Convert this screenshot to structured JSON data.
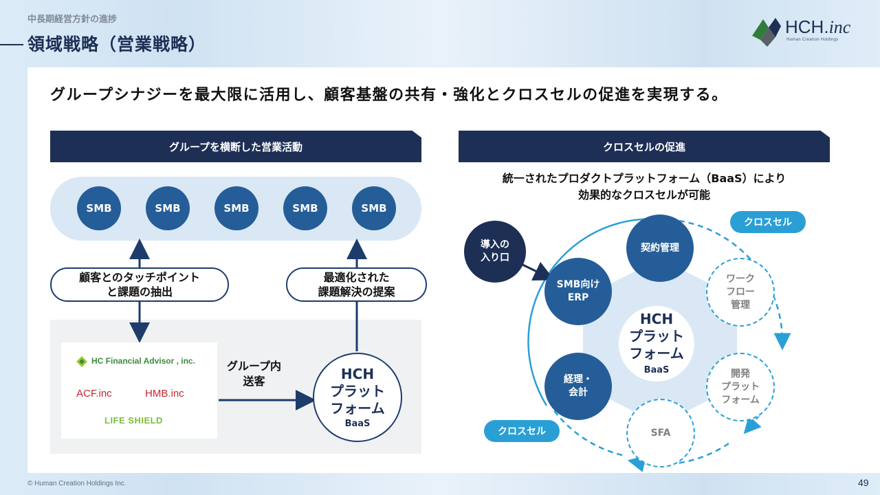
{
  "header": {
    "subtitle": "中長期経営方針の進捗",
    "title": "領域戦略（営業戦略）"
  },
  "logo": {
    "name_main": "HCH.",
    "name_suffix": "inc",
    "tagline": "Human Creation Holdings"
  },
  "headline": "グループシナジーを最大限に活用し、顧客基盤の共有・強化とクロスセルの促進を実現する。",
  "left": {
    "bar_title": "グループを横断した営業活動",
    "smb_labels": [
      "SMB",
      "SMB",
      "SMB",
      "SMB",
      "SMB"
    ],
    "pill_left": [
      "顧客とのタッチポイント",
      "と課題の抽出"
    ],
    "pill_right": [
      "最適化された",
      "課題解決の提案"
    ],
    "companies": {
      "hc": "HC Financial Advisor , inc.",
      "acf": "ACF.inc",
      "hmb": "HMB.inc",
      "life": "LIFE SHIELD"
    },
    "transfer_label": [
      "グループ内",
      "送客"
    ],
    "hch_platform": {
      "name_lines": [
        "HCH",
        "プラット",
        "フォーム"
      ],
      "sub": "BaaS"
    }
  },
  "right": {
    "bar_title": "クロスセルの促進",
    "caption_lines": [
      "統一されたプロダクトプラットフォーム（BaaS）により",
      "効果的なクロスセルが可能"
    ],
    "nodes": {
      "contract": "契約管理",
      "smb_erp": [
        "SMB向け",
        "ERP"
      ],
      "accounting": [
        "経理・",
        "会計"
      ],
      "entry": [
        "導入の",
        "入り口"
      ],
      "workflow": [
        "ワーク",
        "フロー",
        "管理"
      ],
      "dev_platform": [
        "開発",
        "プラット",
        "フォーム"
      ],
      "sfa": "SFA"
    },
    "center": {
      "name_lines": [
        "HCH",
        "プラット",
        "フォーム"
      ],
      "sub": "BaaS"
    },
    "tag_top": "クロスセル",
    "tag_bottom": "クロスセル"
  },
  "footer": {
    "copyright": "© Human Creation Holdings Inc.",
    "page_number": "49"
  },
  "colors": {
    "navy": "#1d2f55",
    "blue": "#255d98",
    "accent": "#2a9fd6",
    "light_band": "#d9e8f4"
  }
}
